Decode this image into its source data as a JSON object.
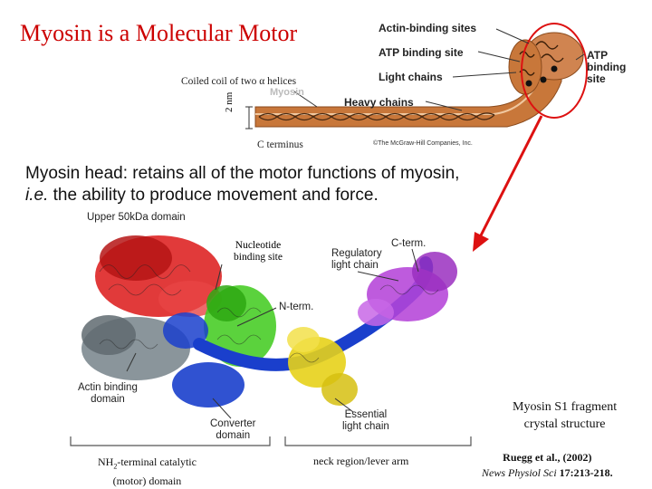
{
  "title": "Myosin is a Molecular Motor",
  "top_diagram": {
    "coiled_coil": "Coiled coil of two α helices",
    "myosin": "Myosin",
    "scale": "2 nm",
    "c_terminus": "C terminus",
    "heavy_chains": "Heavy chains",
    "light_chains": "Light chains",
    "atp_binding_site": "ATP binding site",
    "actin_binding_sites": "Actin-binding sites",
    "atp_binding_site_right": [
      "ATP",
      "binding",
      "site"
    ],
    "copyright": "©The McGraw-Hill Companies, Inc."
  },
  "body": {
    "line1": "Myosin head:  retains all of the motor functions of myosin,",
    "line2_ie": "i.e.",
    "line2_rest": " the ability to produce movement and force."
  },
  "structure": {
    "upper_50kda": "Upper 50kDa domain",
    "nucleotide_binding": [
      "Nucleotide",
      "binding site"
    ],
    "regulatory_light_chain": [
      "Regulatory",
      "light chain"
    ],
    "c_term": "C-term.",
    "n_term": "N-term.",
    "actin_binding_domain": [
      "Actin binding",
      "domain"
    ],
    "converter_domain": [
      "Converter",
      "domain"
    ],
    "essential_light_chain": [
      "Essential",
      "light chain"
    ]
  },
  "caption": [
    "Myosin S1 fragment",
    "crystal structure"
  ],
  "brackets": {
    "catalytic": [
      "NH2-terminal catalytic",
      "(motor) domain"
    ],
    "neck": "neck region/lever arm"
  },
  "citation": {
    "authors": "Ruegg et al., (2002)",
    "journal": "News Physiol Sci",
    "volume": "17:213-218."
  },
  "colors": {
    "title": "#cc0000",
    "heavy_chain": "#c8773a",
    "upper_50kda": "#dd1f1f",
    "actin_domain": "#7d8a90",
    "nucleotide": "#44cc22",
    "converter": "#1a3fcc",
    "essential_light_chain": "#e7d21a",
    "regulatory_light_chain": "#b544d8",
    "arrow": "#dd1111"
  }
}
